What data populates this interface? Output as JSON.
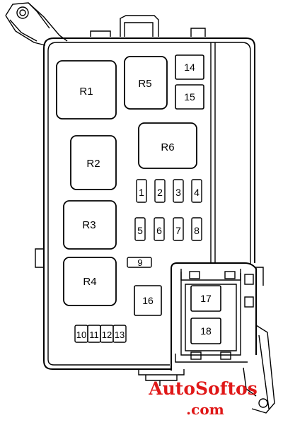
{
  "relays": {
    "r1": "R1",
    "r2": "R2",
    "r3": "R3",
    "r4": "R4",
    "r5": "R5",
    "r6": "R6"
  },
  "fuses": {
    "f1": "1",
    "f2": "2",
    "f3": "3",
    "f4": "4",
    "f5": "5",
    "f6": "6",
    "f7": "7",
    "f8": "8",
    "f9": "9",
    "f10": "10",
    "f11": "11",
    "f12": "12",
    "f13": "13",
    "f14": "14",
    "f15": "15",
    "f16": "16",
    "f17": "17",
    "f18": "18"
  },
  "watermark": {
    "line1": "AutoSoftos",
    "line2": ".com"
  },
  "colors": {
    "stroke": "#000000",
    "watermark": "#e01818"
  }
}
